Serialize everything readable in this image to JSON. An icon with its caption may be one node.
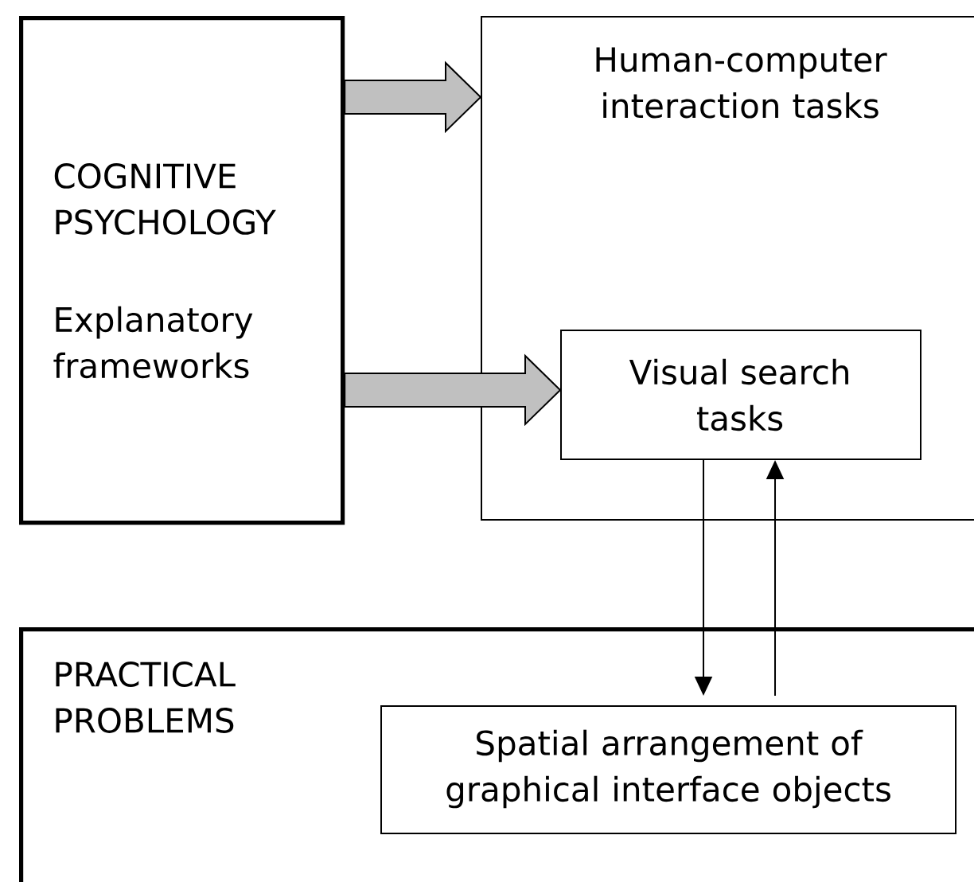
{
  "diagram": {
    "nodes": [
      {
        "text": [
          "COGNITIVE PSYCHOLOGY",
          "Explanatory frameworks"
        ]
      },
      {
        "text": [
          "Human-computer interaction tasks"
        ]
      },
      {
        "text": [
          "Visual search tasks"
        ],
        "in": 1
      },
      {
        "text": [
          "PRACTICAL PROBLEMS"
        ]
      },
      {
        "text": [
          "Spatial arrangement of graphical interface objects"
        ],
        "in": 3
      }
    ],
    "edges": [
      {
        "from": 0,
        "to": 1,
        "arrow": "to",
        "style": "thick",
        "color": "#c0c0c0"
      },
      {
        "from": 0,
        "to": 2,
        "arrow": "to",
        "style": "thick",
        "color": "#c0c0c0"
      },
      {
        "from": 2,
        "to": 4,
        "arrow": "to"
      },
      {
        "from": 4,
        "to": 2,
        "arrow": "to"
      }
    ]
  }
}
